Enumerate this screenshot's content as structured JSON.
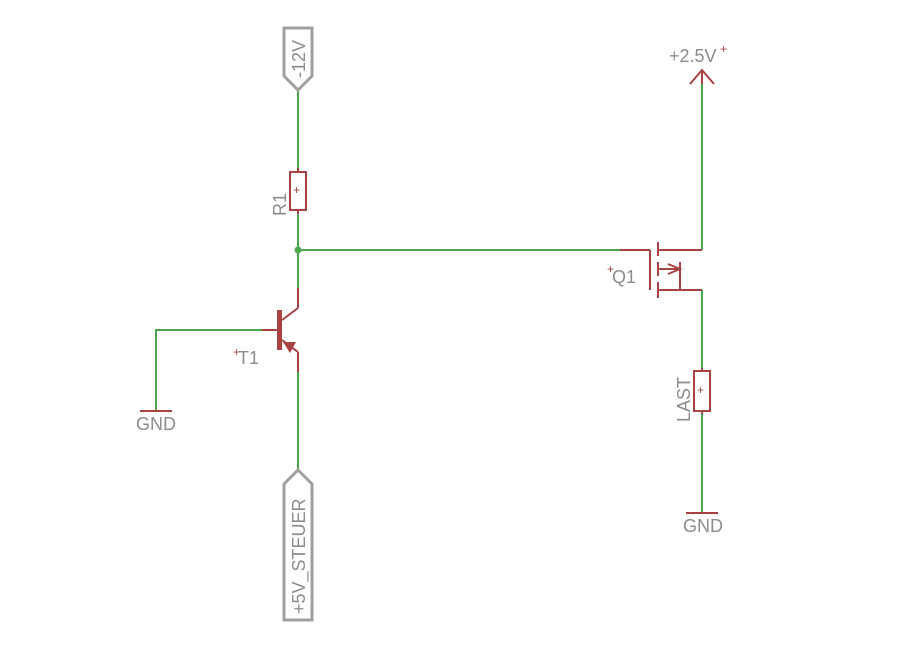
{
  "ports": {
    "neg12v": "-12V",
    "steuer": "+5V_STEUER"
  },
  "supplies": {
    "plus2_5v": "+2.5V",
    "gnd_left": "GND",
    "gnd_right": "GND"
  },
  "parts": {
    "r1": "R1",
    "t1": "T1",
    "q1": "Q1",
    "last": "LAST"
  },
  "colors": {
    "wire": "#4aa84a",
    "symbol": "#a94343",
    "label": "#8c8c8c",
    "port_frame": "#a0a0a0"
  }
}
